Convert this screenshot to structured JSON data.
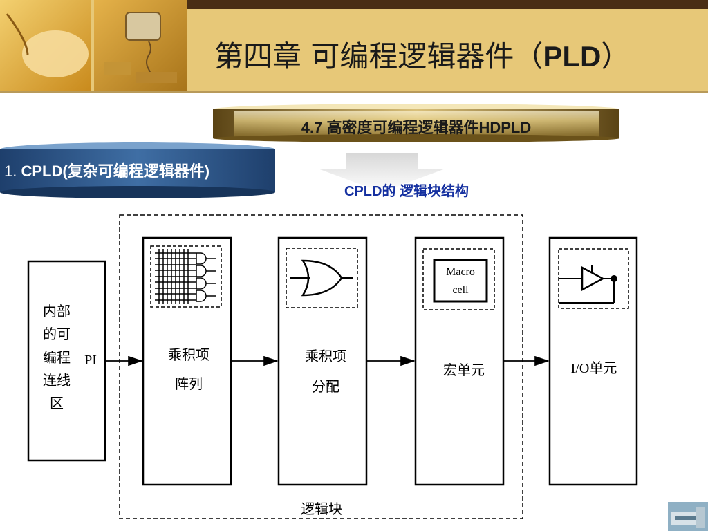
{
  "slide": {
    "title_cn": "第四章 可编程逻辑器件（",
    "title_latin": "PLD",
    "title_close": "）",
    "section_banner": "4.7 高密度可编程逻辑器件HDPLD",
    "topic_number": "1.",
    "topic_label": "CPLD(复杂可编程逻辑器件)",
    "subtitle": "CPLD的 逻辑块结构"
  },
  "diagram": {
    "interconnect": {
      "lines": [
        "内部",
        "的可",
        "编程",
        "连线",
        "区"
      ],
      "pi_label": "PI"
    },
    "blocks": [
      {
        "id": "and-array",
        "lines": [
          "乘积项",
          "阵列"
        ]
      },
      {
        "id": "term-alloc",
        "lines": [
          "乘积项",
          "分配"
        ]
      },
      {
        "id": "macrocell",
        "lines": [
          "宏单元"
        ],
        "inset_lines": [
          "Macro",
          "cell"
        ]
      },
      {
        "id": "io-cell",
        "lines": [
          "I/O单元"
        ]
      }
    ],
    "group_label": "逻辑块"
  },
  "colors": {
    "header_bg": "#e7c878",
    "header_bar": "#4a2e14",
    "banner_blue": "#2e5a8e",
    "subtitle_blue": "#1530a0"
  }
}
